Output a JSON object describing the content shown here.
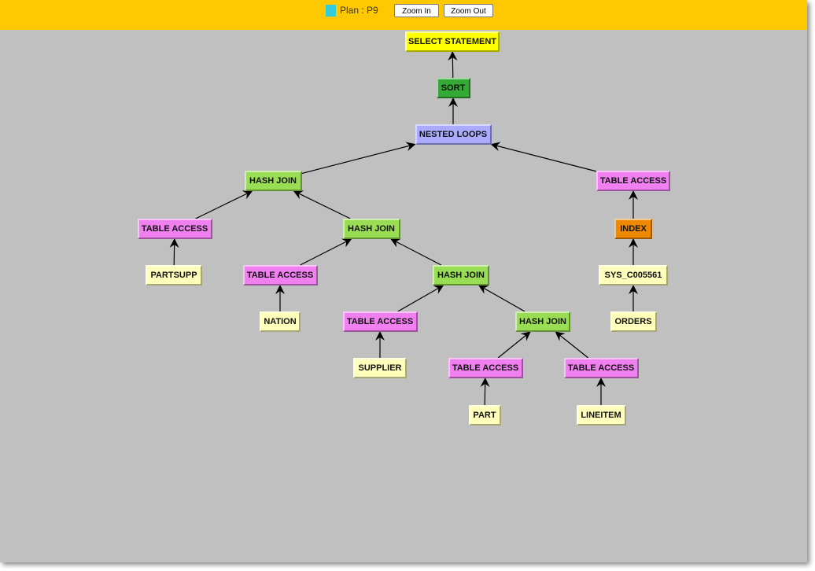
{
  "toolbar": {
    "plan_label": "Plan : P9",
    "zoom_in_label": "Zoom In",
    "zoom_out_label": "Zoom Out",
    "plan_color": "#33ccdd"
  },
  "colors": {
    "select": "#ffff00",
    "sort": "#33aa33",
    "nested": "#aaaaff",
    "hash": "#99dd55",
    "table": "#f080f0",
    "index": "#ee8800",
    "object": "#ffffbb"
  },
  "nodes": [
    {
      "id": 0,
      "label": "SELECT STATEMENT",
      "kind": "select",
      "parent": null
    },
    {
      "id": 1,
      "label": "SORT",
      "kind": "sort",
      "parent": 0
    },
    {
      "id": 2,
      "label": "NESTED LOOPS",
      "kind": "nested",
      "parent": 1
    },
    {
      "id": 3,
      "label": "HASH JOIN",
      "kind": "hash",
      "parent": 2
    },
    {
      "id": 4,
      "label": "TABLE ACCESS",
      "kind": "table",
      "parent": 2
    },
    {
      "id": 5,
      "label": "TABLE ACCESS",
      "kind": "table",
      "parent": 3
    },
    {
      "id": 6,
      "label": "HASH JOIN",
      "kind": "hash",
      "parent": 3
    },
    {
      "id": 7,
      "label": "INDEX",
      "kind": "index",
      "parent": 4
    },
    {
      "id": 8,
      "label": "PARTSUPP",
      "kind": "object",
      "parent": 5
    },
    {
      "id": 9,
      "label": "TABLE ACCESS",
      "kind": "table",
      "parent": 6
    },
    {
      "id": 10,
      "label": "HASH JOIN",
      "kind": "hash",
      "parent": 6
    },
    {
      "id": 11,
      "label": "SYS_C005561",
      "kind": "object",
      "parent": 7
    },
    {
      "id": 12,
      "label": "NATION",
      "kind": "object",
      "parent": 9
    },
    {
      "id": 13,
      "label": "TABLE ACCESS",
      "kind": "table",
      "parent": 10
    },
    {
      "id": 14,
      "label": "HASH JOIN",
      "kind": "hash",
      "parent": 10
    },
    {
      "id": 15,
      "label": "ORDERS",
      "kind": "object",
      "parent": 11
    },
    {
      "id": 16,
      "label": "SUPPLIER",
      "kind": "object",
      "parent": 13
    },
    {
      "id": 17,
      "label": "TABLE ACCESS",
      "kind": "table",
      "parent": 14
    },
    {
      "id": 18,
      "label": "TABLE ACCESS",
      "kind": "table",
      "parent": 14
    },
    {
      "id": 19,
      "label": "PART",
      "kind": "object",
      "parent": 17
    },
    {
      "id": 20,
      "label": "LINEITEM",
      "kind": "object",
      "parent": 18
    }
  ]
}
